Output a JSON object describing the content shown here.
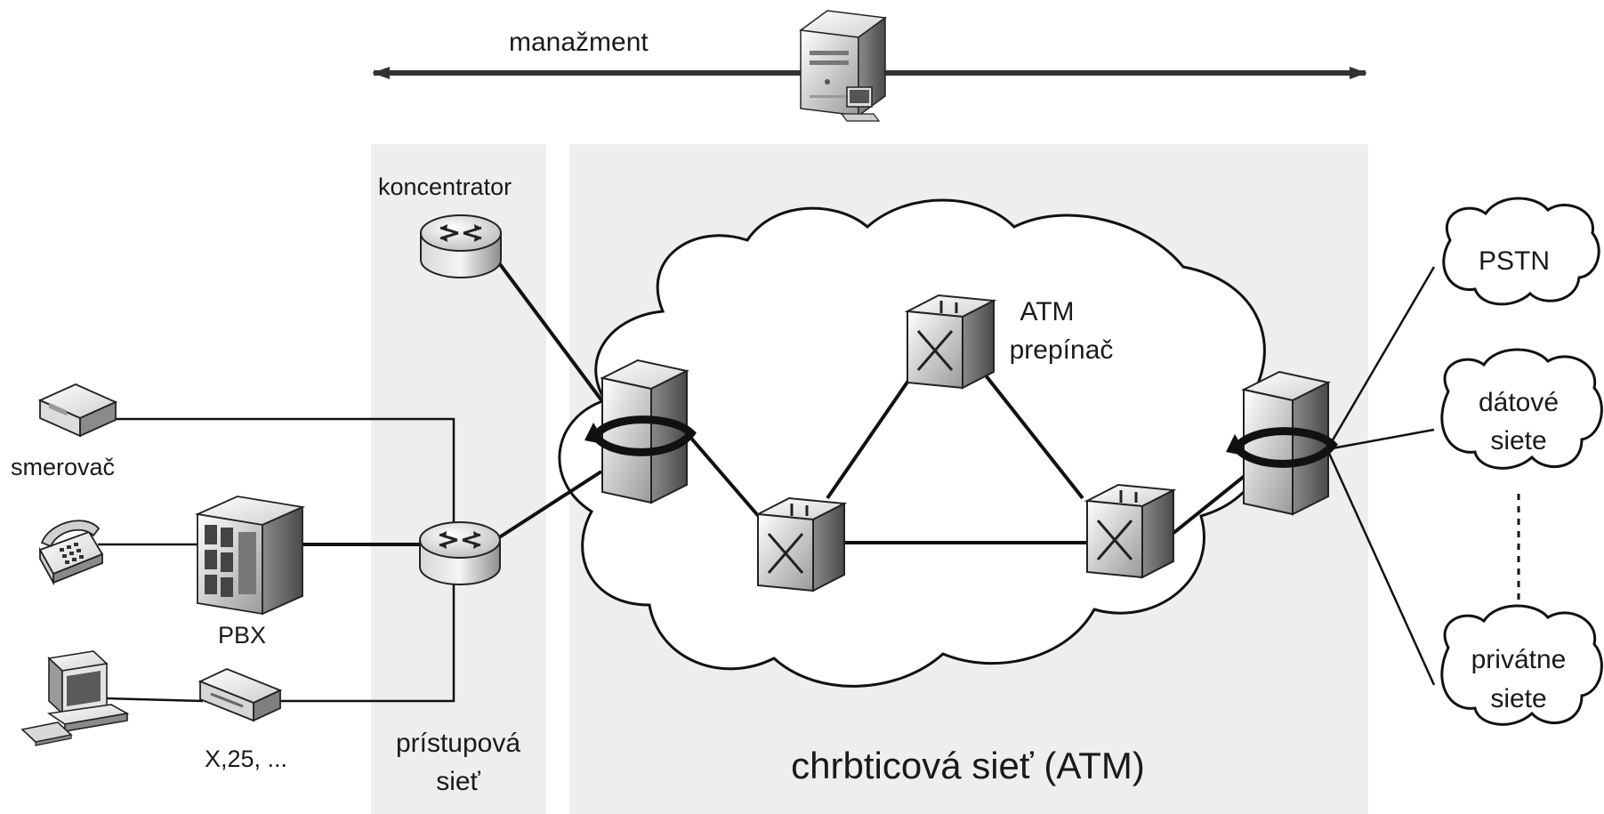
{
  "management": {
    "label": "manažment"
  },
  "zones": {
    "access_network": {
      "label_line1": "prístupová",
      "label_line2": "sieť"
    },
    "backbone": {
      "label": "chrbticová sieť (ATM)"
    }
  },
  "devices": {
    "concentrator": {
      "label": "koncentrator"
    },
    "router": {
      "label": "smerovač"
    },
    "pbx": {
      "label": "PBX"
    },
    "x25": {
      "label": "X,25, ..."
    },
    "atm_switch": {
      "label_line1": "ATM",
      "label_line2": "prepínač"
    }
  },
  "external_networks": {
    "pstn": {
      "label": "PSTN"
    },
    "data": {
      "label_line1": "dátové",
      "label_line2": "siete"
    },
    "private": {
      "label_line1": "privátne",
      "label_line2": "siete"
    }
  },
  "colors": {
    "zone_fill": "#eeeeee",
    "line": "#111111",
    "device_light": "#f2f2f2",
    "device_dark": "#7a7a7a"
  }
}
